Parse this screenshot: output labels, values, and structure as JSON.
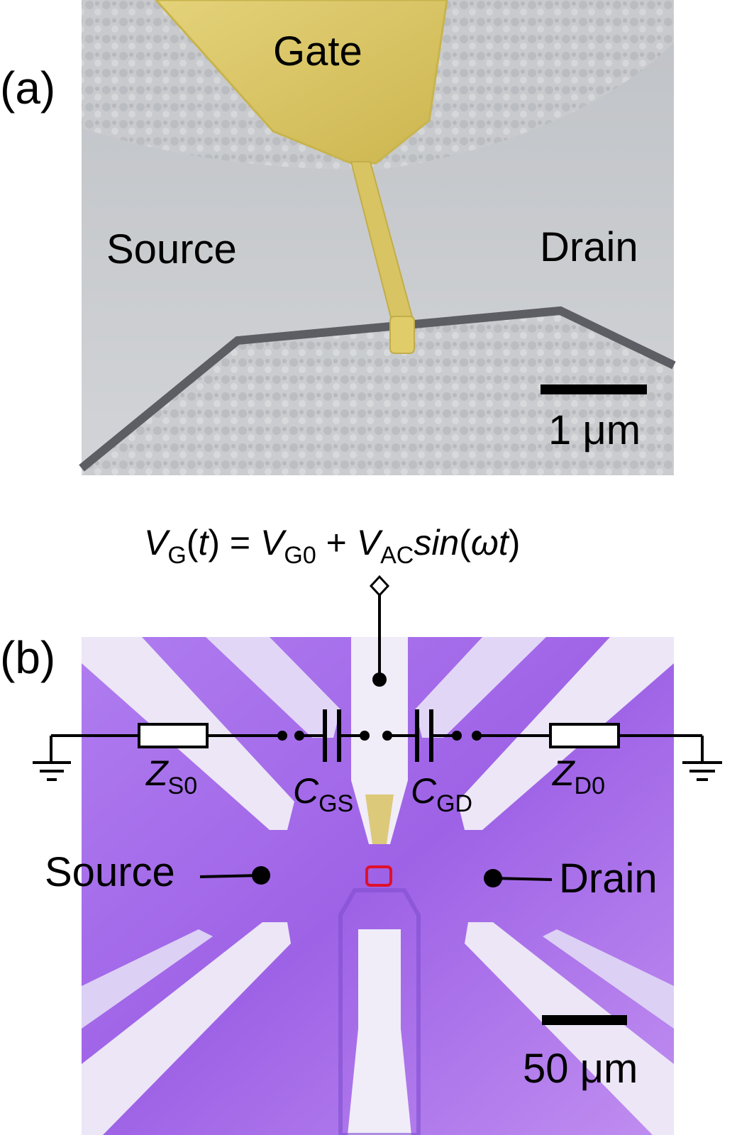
{
  "panel_a": {
    "label": "(a)",
    "gate": "Gate",
    "source": "Source",
    "drain": "Drain",
    "scale_bar": "1 μm"
  },
  "panel_b": {
    "label": "(b)",
    "equation": {
      "v": "V",
      "g": "G",
      "t_open": "(",
      "t": "t",
      "eq_mid": ") = ",
      "v2": "V",
      "g0": "G0",
      "plus": " + ",
      "v3": "V",
      "ac": "AC",
      "sin": "sin",
      "paren": "(",
      "wt": "ωt",
      "close": ")"
    },
    "z_s0": {
      "sym": "Z",
      "sub": "S0"
    },
    "c_gs": {
      "sym": "C",
      "sub": "GS"
    },
    "c_gd": {
      "sym": "C",
      "sub": "GD"
    },
    "z_d0": {
      "sym": "Z",
      "sub": "D0"
    },
    "source": "Source",
    "drain": "Drain",
    "scale_bar": "50 μm"
  },
  "colors": {
    "gate_gold": "#d9c45c",
    "substrate_purple": "#a063e8",
    "probe_white": "#ece6f7",
    "marker_red": "#e0102a"
  }
}
